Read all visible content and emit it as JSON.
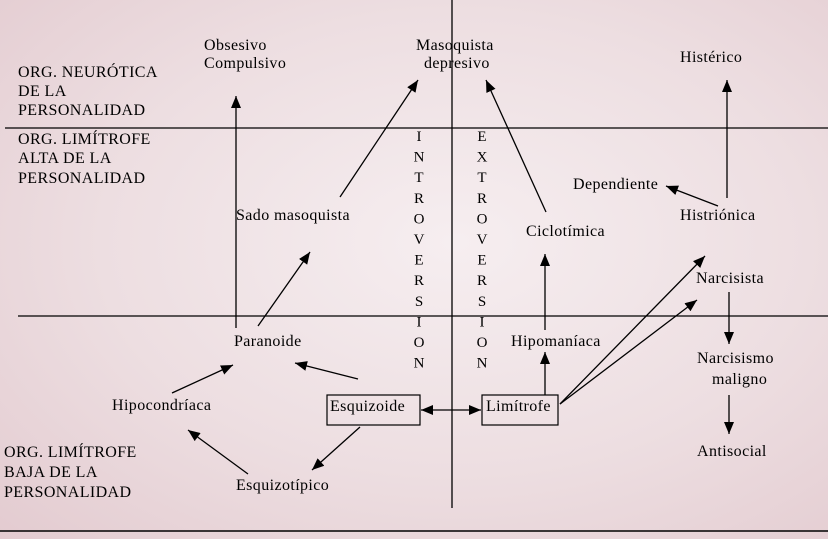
{
  "levels": {
    "neurotic": [
      "ORG. NEURÓTICA",
      "DE LA",
      "PERSONALIDAD"
    ],
    "borderline_high": [
      "ORG. LIMÍTROFE",
      "ALTA DE LA",
      "PERSONALIDAD"
    ],
    "borderline_low": [
      "ORG. LIMÍTROFE",
      "BAJA DE LA",
      "PERSONALIDAD"
    ]
  },
  "axes": {
    "introversion": "INTROVERSION",
    "extroversion": "EXTROVERSION"
  },
  "nodes": {
    "obsesivo_compulsivo": [
      "Obsesivo",
      "Compulsivo"
    ],
    "masoquista_depresivo": [
      "Masoquista",
      "depresivo"
    ],
    "histerico": "Histérico",
    "dependiente": "Dependiente",
    "histrionica": "Histriónica",
    "sado_masoquista": "Sado masoquista",
    "ciclotimica": "Ciclotímica",
    "narcisista": "Narcisista",
    "paranoide": "Paranoide",
    "hipomaniaca": "Hipomaníaca",
    "narcisismo_maligno": [
      "Narcisismo",
      "maligno"
    ],
    "hipocondriaca": "Hipocondríaca",
    "esquizoide": "Esquizoide",
    "limitrofe": "Limítrofe",
    "antisocial": "Antisocial",
    "esquizotipico": "Esquizotípico"
  },
  "colors": {
    "line": "#000000",
    "background": "#efe3e6"
  }
}
